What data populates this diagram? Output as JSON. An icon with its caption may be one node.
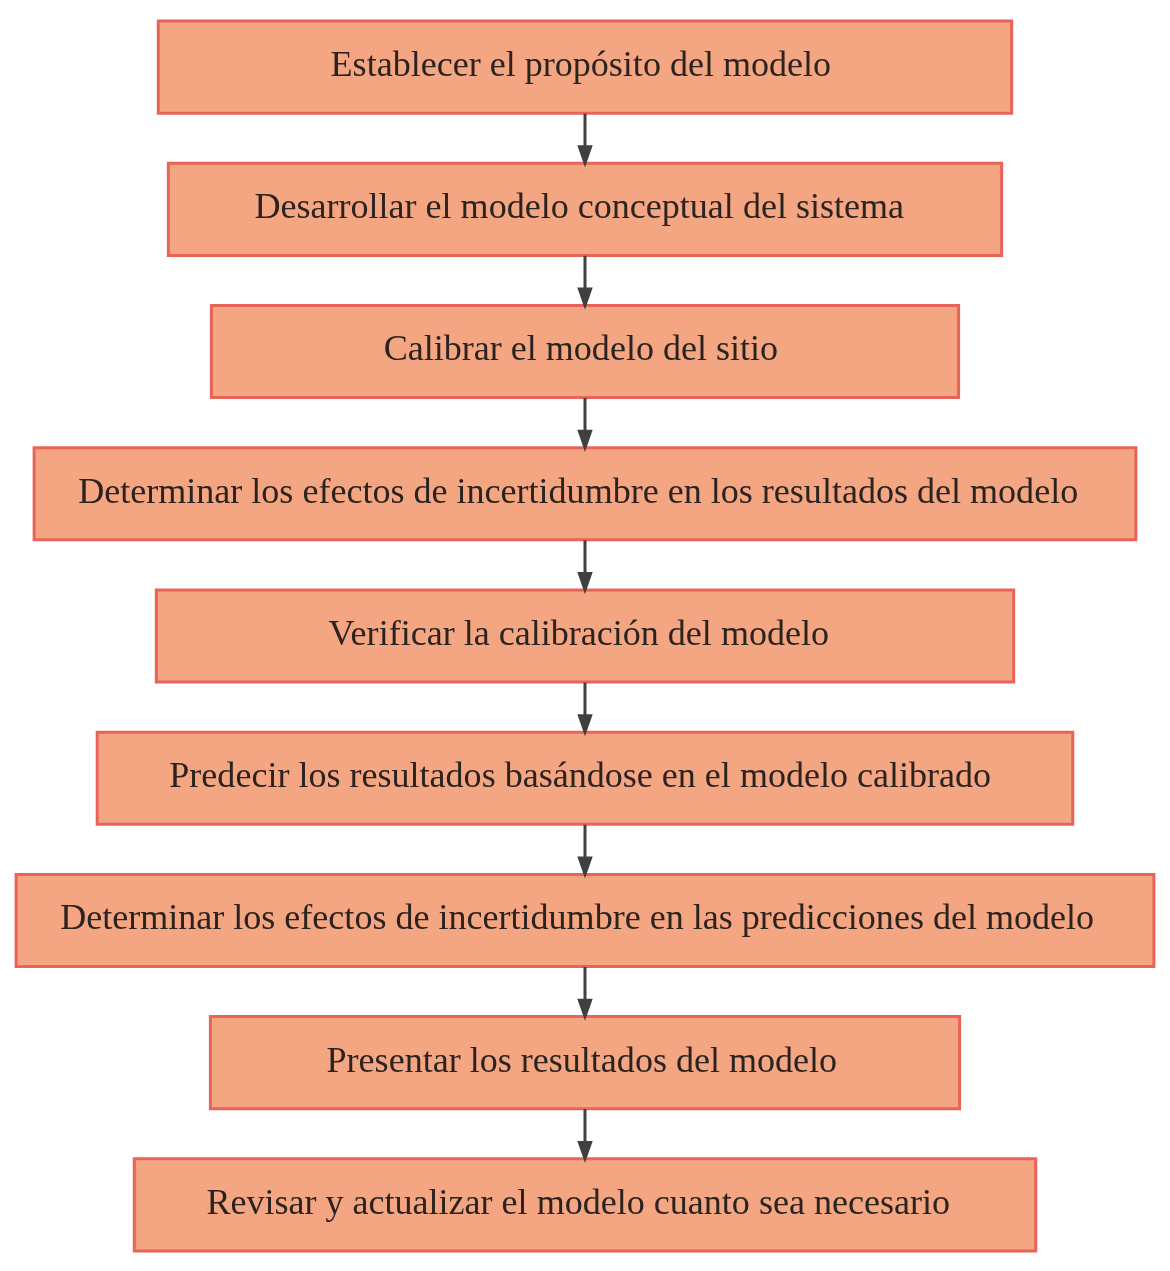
{
  "diagram": {
    "nodes": [
      {
        "text": [
          "Establecer el propósito del modelo"
        ]
      },
      {
        "text": [
          "Desarrollar el modelo conceptual del sistema"
        ]
      },
      {
        "text": [
          "Calibrar el modelo del sitio"
        ]
      },
      {
        "text": [
          "Determinar los efectos de incertidumbre en los resultados del modelo"
        ]
      },
      {
        "text": [
          "Verificar la calibración del modelo"
        ]
      },
      {
        "text": [
          "Predecir los resultados basándose en el modelo calibrado"
        ]
      },
      {
        "text": [
          "Determinar los efectos de incertidumbre en las predicciones del modelo"
        ]
      },
      {
        "text": [
          "Presentar los resultados del modelo"
        ]
      },
      {
        "text": [
          "Revisar y actualizar el modelo cuanto sea necesario"
        ]
      }
    ],
    "edges": [
      {
        "from": 0,
        "to": 1,
        "arrow": "to"
      },
      {
        "from": 1,
        "to": 2,
        "arrow": "to"
      },
      {
        "from": 2,
        "to": 3,
        "arrow": "to"
      },
      {
        "from": 3,
        "to": 4,
        "arrow": "to"
      },
      {
        "from": 4,
        "to": 5,
        "arrow": "to"
      },
      {
        "from": 5,
        "to": 6,
        "arrow": "to"
      },
      {
        "from": 6,
        "to": 7,
        "arrow": "to"
      },
      {
        "from": 7,
        "to": 8,
        "arrow": "to"
      }
    ]
  }
}
